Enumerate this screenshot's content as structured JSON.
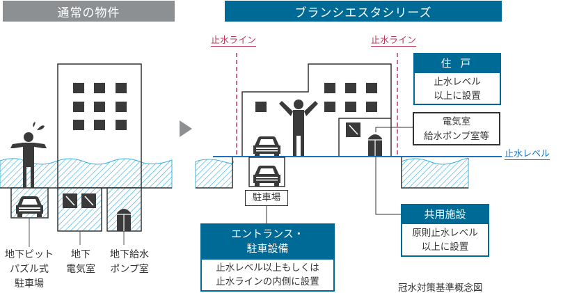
{
  "headers": {
    "normal": "通常の物件",
    "branciesta": "ブランシエスタシリーズ"
  },
  "normal_labels": {
    "pit_parking": [
      "地下ピット",
      "パズル式",
      "駐車場"
    ],
    "basement_electric": [
      "地下",
      "電気室"
    ],
    "basement_pump": [
      "地下給水",
      "ポンプ室"
    ]
  },
  "water_stop_line": "止水ライン",
  "water_stop_level": "止水レベル",
  "parking_label": "駐車場",
  "dwelling": {
    "title": "住 戸",
    "body": [
      "止水レベル",
      "以上に設置"
    ]
  },
  "electric_room": {
    "body": [
      "電気室",
      "給水ポンプ室等"
    ]
  },
  "shared_facility": {
    "title": "共用施設",
    "body": [
      "原則止水レベル",
      "以上に設置"
    ]
  },
  "entrance": {
    "title": [
      "エントランス・",
      "駐車設備"
    ],
    "body": [
      "止水レベル以上もしくは",
      "止水ラインの内側に設置"
    ]
  },
  "caption": "冠水対策基準概念図",
  "colors": {
    "header_gray": "#8d9093",
    "brand_blue": "#006a96",
    "water": "#3ab0e0",
    "stop_line": "#c0395a",
    "level_line": "#1f6fbf",
    "dark": "#3a3a3a"
  }
}
